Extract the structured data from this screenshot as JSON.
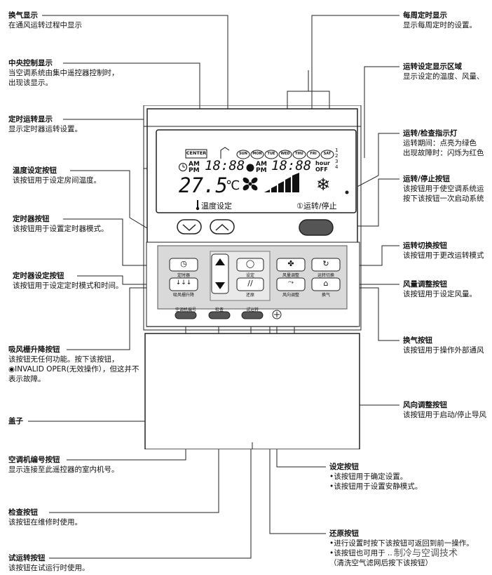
{
  "left_callouts": [
    {
      "title": "换气显示",
      "desc": [
        "在通风运转过程中显示"
      ]
    },
    {
      "title": "中央控制显示",
      "desc": [
        "当空调系统由集中遥控器控制时，",
        "出现该显示。"
      ]
    },
    {
      "title": "定时运转显示",
      "desc": [
        "显示定时器运转设置。"
      ]
    },
    {
      "title": "温度设定按钮",
      "desc": [
        "该按钮用于设定房间温度。"
      ]
    },
    {
      "title": "定时器按钮",
      "desc": [
        "该按钮用于设置定时器模式。"
      ]
    },
    {
      "title": "定时器设定按钮",
      "desc": [
        "该按钮用于设定定时模式和时间。"
      ]
    },
    {
      "title": "吸风栅升降按钮",
      "desc": [
        "该按钮无任何功能。按下该按钮，",
        "◉INVALID OPER(无效操作），但这并不",
        "表示故障。"
      ]
    },
    {
      "title": "盖子",
      "desc": []
    },
    {
      "title": "空调机编号按钮",
      "desc": [
        "显示连接至此遥控器的室内机号。"
      ]
    },
    {
      "title": "检查按钮",
      "desc": [
        "该按钮在维修时使用。"
      ]
    },
    {
      "title": "试运转按钮",
      "desc": [
        "该按钮在试运行时使用。"
      ]
    }
  ],
  "right_callouts": [
    {
      "title": "每周定时显示",
      "desc": [
        "显示每周定时的设置。"
      ]
    },
    {
      "title": "运转设定显示区域",
      "desc": [
        "显示设定的温度、风量、"
      ]
    },
    {
      "title": "运转/检查指示灯",
      "desc": [
        "运转期间：点亮为绿色",
        "出现故障时：闪烁为红色"
      ]
    },
    {
      "title": "运转/停止按钮",
      "desc": [
        "该按钮用于使空调系统运",
        "按下该按钮一次启动系统"
      ]
    },
    {
      "title": "运转切换按钮",
      "desc": [
        "该按钮用于更改运转模式"
      ]
    },
    {
      "title": "风量调整按钮",
      "desc": [
        "该按钮用于设定风量。"
      ]
    },
    {
      "title": "换气按钮",
      "desc": [
        "该按钮用于操作外部通风"
      ]
    },
    {
      "title": "风向调整按钮",
      "desc": [
        "该按钮用于启动/停止导风"
      ]
    }
  ],
  "bottom_callouts": [
    {
      "title": "设定按钮",
      "desc": [
        "•该按钮用于确定设置。",
        "•该按钮用于设置安静模式。"
      ]
    },
    {
      "title": "还原按钮",
      "desc": [
        "•进行设置时按下该按钮可返回到前一操作。",
        "•该按钮也可用于 ...",
        "（清洗空气滤网后按下该按钮）"
      ]
    }
  ],
  "lcd": {
    "center": "CENTER",
    "days": [
      "SUN",
      "MON",
      "TUE",
      "WED",
      "THU",
      "FRI",
      "SAT"
    ],
    "nums": [
      "1",
      "2",
      "3",
      "4"
    ],
    "am": "AM",
    "pm": "PM",
    "time1": "18:88",
    "time2": "18:88",
    "hour": "hour",
    "off": "OFF",
    "temp": "27.5",
    "deg": "℃",
    "snow": "❄"
  },
  "panel": {
    "temp_set": "温度设定",
    "run_stop": "运转/停止"
  },
  "buttons": {
    "timer": "定时器",
    "grille": "吸风栅升降",
    "set": "设定",
    "reset": "还原",
    "fan": "风量调整",
    "mode": "运转切换",
    "louver": "风向调整",
    "vent": "换气",
    "unit": "空调机编号",
    "check": "检查",
    "test": "试运转"
  },
  "watermark": "制冷与空调技术"
}
